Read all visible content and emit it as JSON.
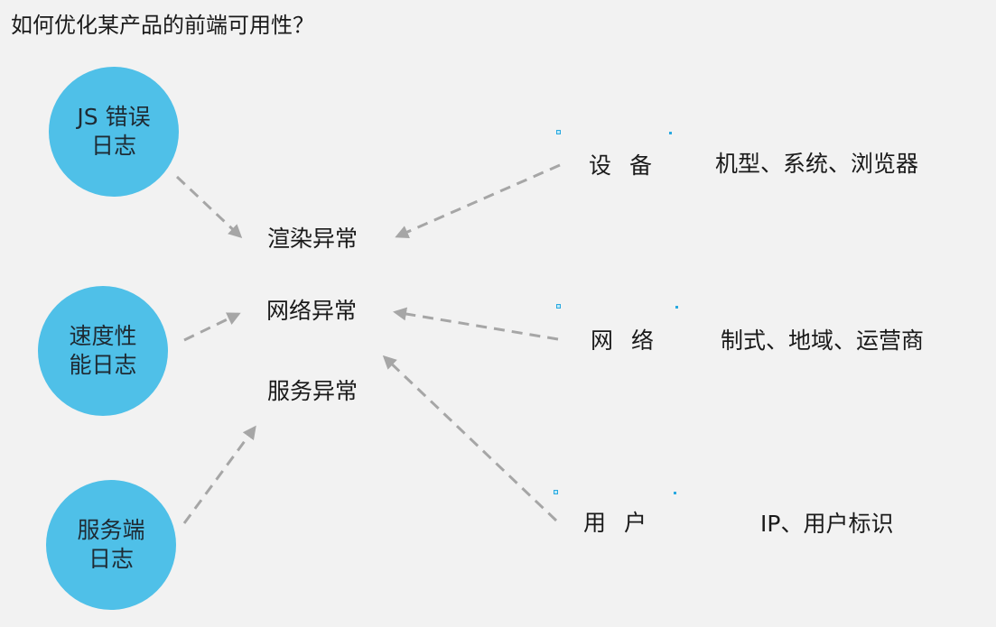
{
  "title": "如何优化某产品的前端可用性？",
  "logs": [
    {
      "line1": "JS 错误",
      "line2": "日志"
    },
    {
      "line1": "速度性",
      "line2": "能日志"
    },
    {
      "line1": "服务端",
      "line2": "日志"
    }
  ],
  "anomalies": [
    "渲染异常",
    "网络异常",
    "服务异常"
  ],
  "factors": [
    {
      "name": "设 备",
      "detail": "机型、系统、浏览器"
    },
    {
      "name": "网 络",
      "detail": "制式、地域、运营商"
    },
    {
      "name": "用 户",
      "detail": "IP、用户标识"
    }
  ],
  "colors": {
    "circle": "#4fc0e8",
    "arrow": "#a6a6a6",
    "marker": "#29a9e0",
    "background": "#f2f2f2"
  }
}
